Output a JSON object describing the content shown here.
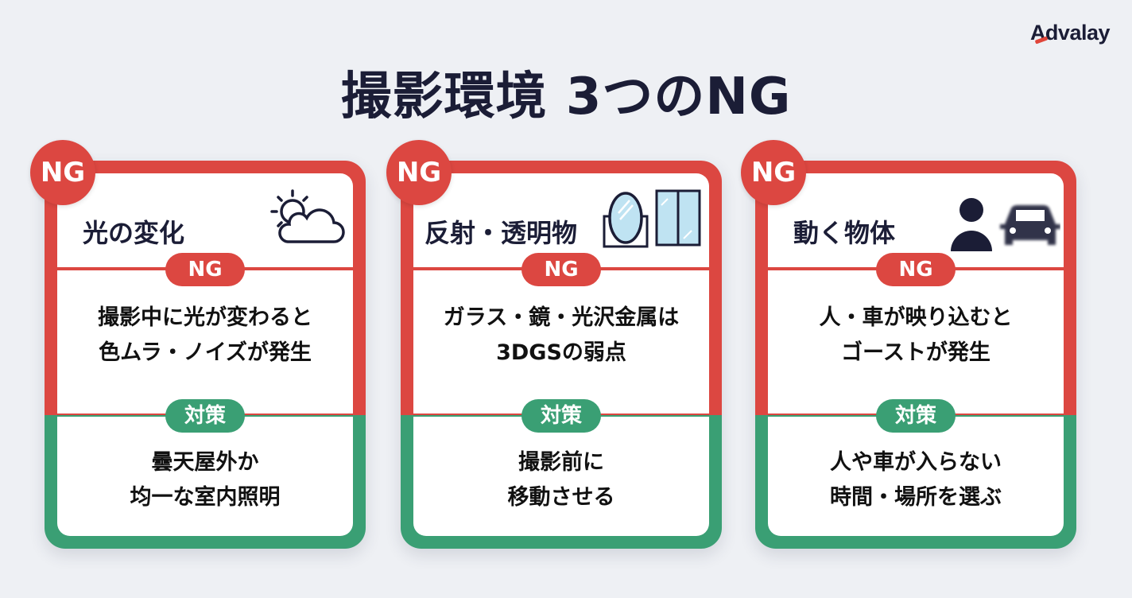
{
  "brand": {
    "logo_text": "Advalay",
    "accent_color": "#e0453a"
  },
  "title": "撮影環境 3つのNG",
  "colors": {
    "ng_red": "#dc4741",
    "fix_green": "#3a9f74",
    "text_dark": "#1b1d36",
    "background": "#eef0f4"
  },
  "cards": [
    {
      "badge": "NG",
      "heading": "光の変化",
      "icon": "sun-cloud-icon",
      "ng_label": "NG",
      "problem_lines": [
        "撮影中に光が変わると",
        "色ムラ・ノイズが発生"
      ],
      "fix_label": "対策",
      "solution_lines": [
        "曇天屋外か",
        "均一な室内照明"
      ]
    },
    {
      "badge": "NG",
      "heading": "反射・透明物",
      "icon": "mirror-window-icon",
      "ng_label": "NG",
      "problem_lines": [
        "ガラス・鏡・光沢金属は",
        "3DGSの弱点"
      ],
      "fix_label": "対策",
      "solution_lines": [
        "撮影前に",
        "移動させる"
      ]
    },
    {
      "badge": "NG",
      "heading": "動く物体",
      "icon": "person-car-icon",
      "ng_label": "NG",
      "problem_lines": [
        "人・車が映り込むと",
        "ゴーストが発生"
      ],
      "fix_label": "対策",
      "solution_lines": [
        "人や車が入らない",
        "時間・場所を選ぶ"
      ]
    }
  ]
}
